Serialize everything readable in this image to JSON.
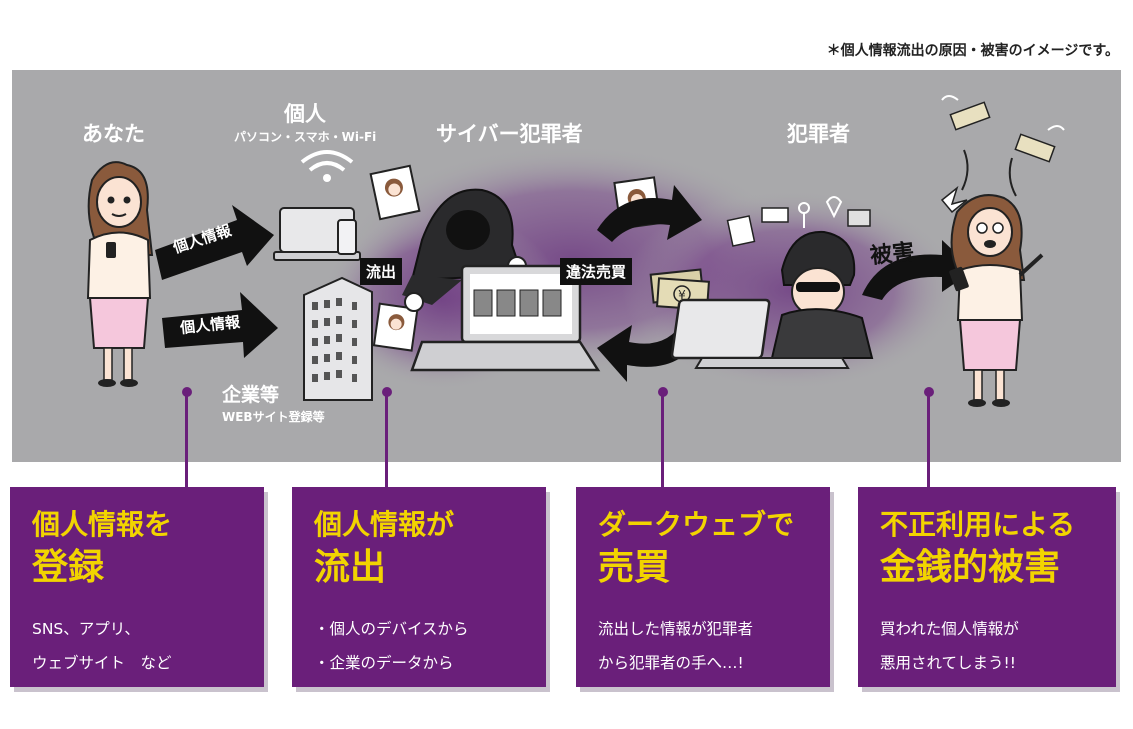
{
  "note": "＊個人情報流出の原因・被害のイメージです。",
  "illustration": {
    "labels": {
      "you": "あなた",
      "personal": "個人",
      "personal_devices": "パソコン・スマホ・Wi-Fi",
      "cyber_criminal": "サイバー犯罪者",
      "criminal": "犯罪者",
      "company": "企業等",
      "company_sub": "WEBサイト登録等"
    },
    "arrows": {
      "personal_info_1": "個人情報",
      "personal_info_2": "個人情報"
    },
    "tags": {
      "leak": "流出",
      "illegal_trade": "違法売買",
      "damage": "被害"
    },
    "currency_symbol": "¥"
  },
  "cards": [
    {
      "title_line1": "個人情報を",
      "title_line2": "登録",
      "body_line1": "SNS、アプリ、",
      "body_line2": "ウェブサイト　など"
    },
    {
      "title_line1": "個人情報が",
      "title_line2": "流出",
      "body_line1": "・個人のデバイスから",
      "body_line2": "・企業のデータから"
    },
    {
      "title_line1": "ダークウェブで",
      "title_line2": "売買",
      "body_line1": "流出した情報が犯罪者",
      "body_line2": "から犯罪者の手へ…!"
    },
    {
      "title_line1": "不正利用による",
      "title_line2": "金銭的被害",
      "body_line1": "買われた個人情報が",
      "body_line2": "悪用されてしまう!!"
    }
  ],
  "colors": {
    "panel": "#a9a9ab",
    "card": "#6a1f7a",
    "title": "#f2d400",
    "smoke": "#7b4a8c"
  }
}
